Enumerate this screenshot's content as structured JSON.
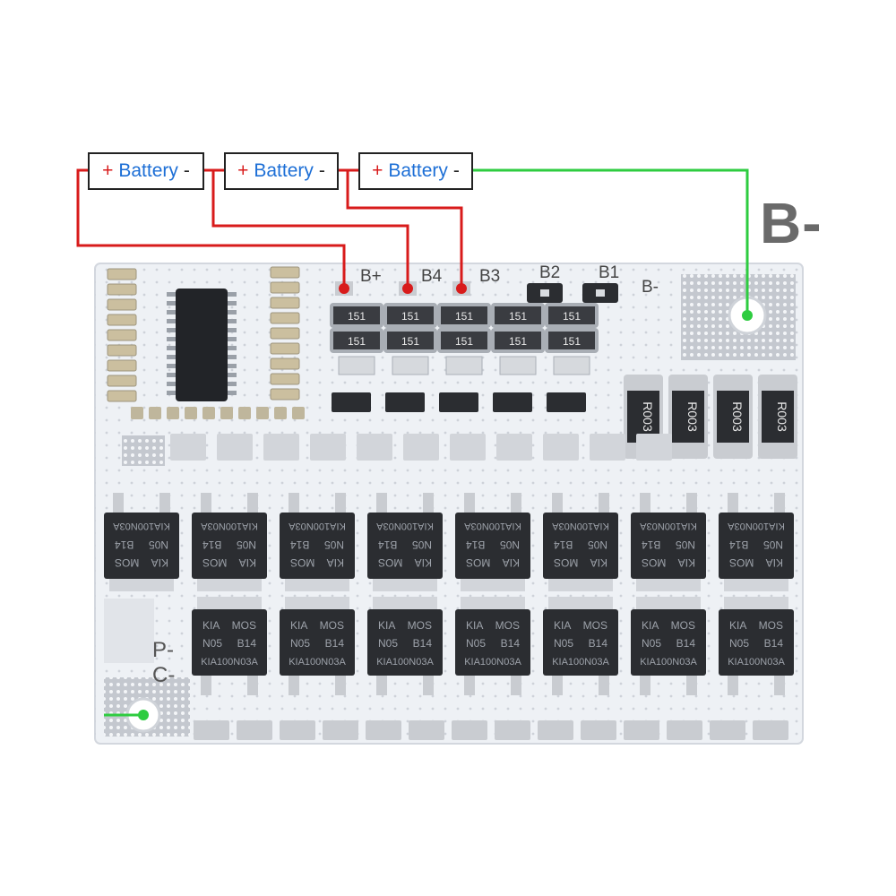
{
  "batteries": [
    {
      "plus": "+",
      "name": "Battery",
      "minus": "-"
    },
    {
      "plus": "+",
      "name": "Battery",
      "minus": "-"
    },
    {
      "plus": "+",
      "name": "Battery",
      "minus": "-"
    }
  ],
  "b_minus_callout": "B-",
  "pcb_labels": {
    "b_plus": "B+",
    "b4": "B4",
    "b3": "B3",
    "b2": "B2",
    "b1": "B1",
    "b_minus": "B-",
    "p_minus": "P-",
    "c_minus": "C-"
  },
  "resistor_code": "151",
  "shunt_code": "R003",
  "mosfet_text": {
    "line1": "KIA",
    "line1b": "MOS",
    "line2": "N05",
    "line2b": "B14",
    "line3": "KIA100N03A"
  },
  "colors": {
    "positive_wire": "#d81b1b",
    "negative_wire": "#2ecc40",
    "label_blue": "#1d6fd6",
    "board": "#eef1f5",
    "mosfet": "#2b2d31",
    "pad": "#c9ccd1"
  }
}
